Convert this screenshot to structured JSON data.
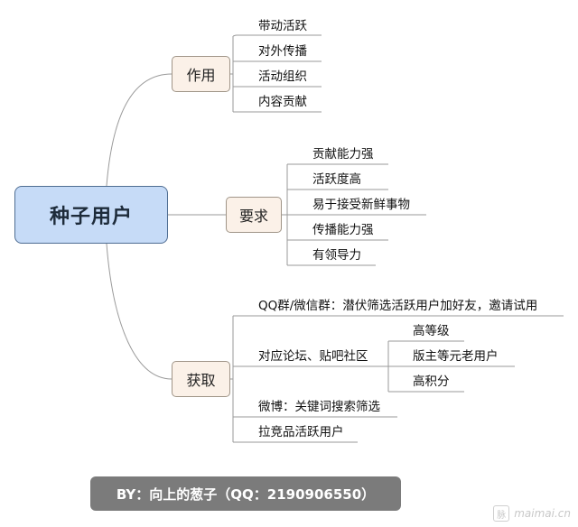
{
  "root": {
    "label": "种子用户"
  },
  "branches": [
    {
      "label": "作用",
      "items": [
        "带动活跃",
        "对外传播",
        "活动组织",
        "内容贡献"
      ]
    },
    {
      "label": "要求",
      "items": [
        "贡献能力强",
        "活跃度高",
        "易于接受新鲜事物",
        "传播能力强",
        "有领导力"
      ]
    },
    {
      "label": "获取",
      "items": [
        {
          "label": "QQ群/微信群：潜伏筛选活跃用户加好友，邀请试用"
        },
        {
          "label": "对应论坛、贴吧社区",
          "children": [
            "高等级",
            "版主等元老用户",
            "高积分"
          ]
        },
        {
          "label": "微博：关键词搜索筛选"
        },
        {
          "label": "拉竞品活跃用户"
        }
      ]
    }
  ],
  "footer": {
    "text": "BY：向上的葱子（QQ：2190906550）"
  },
  "watermark": {
    "text": "maimai.cn",
    "badge": "脉"
  },
  "colors": {
    "root_fill": "#c6dbf7",
    "root_border": "#4f6d92",
    "branch_fill": "#fbf1e8",
    "branch_border": "#a09588",
    "line": "#9a9a9a",
    "footer_fill": "#7b7b7b"
  }
}
